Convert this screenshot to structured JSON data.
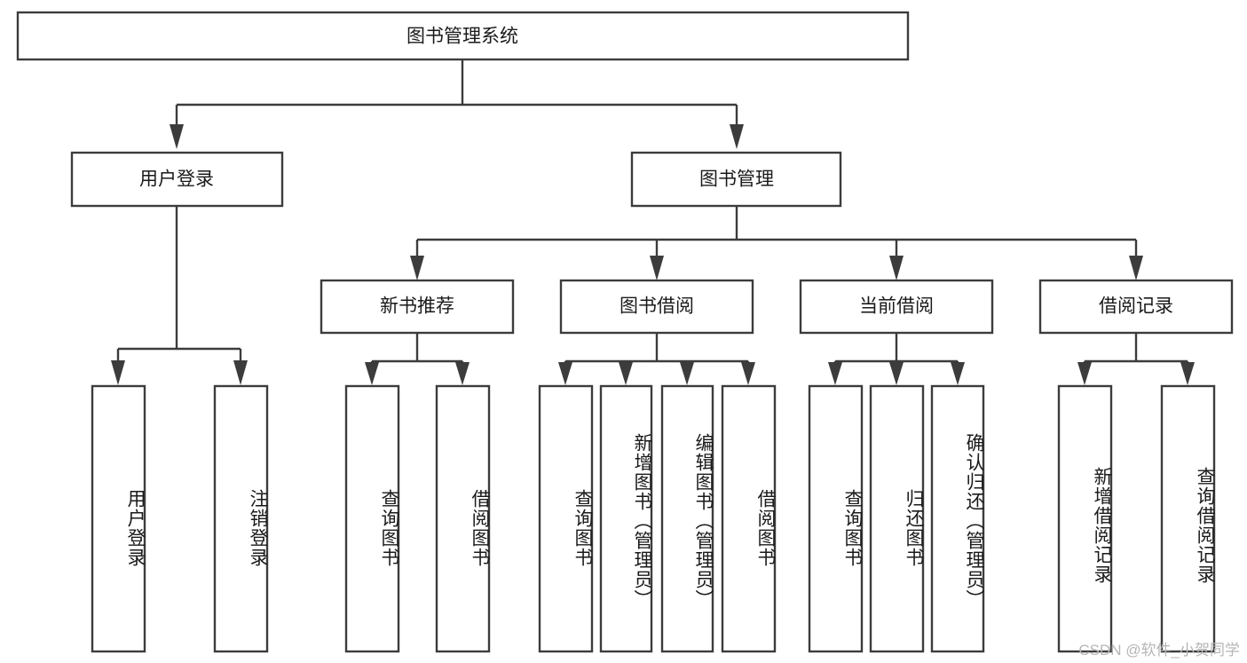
{
  "diagram": {
    "title_node": {
      "label": "图书管理系统"
    },
    "watermark": "CSDN @软件_小贺同学",
    "colors": {
      "stroke": "#3c3c3c",
      "fill": "#ffffff",
      "text": "#1a1a1a",
      "watermark": "#b6b6b6"
    },
    "level2": [
      {
        "label": "用户登录"
      },
      {
        "label": "图书管理"
      }
    ],
    "level3": [
      {
        "label": "新书推荐"
      },
      {
        "label": "图书借阅"
      },
      {
        "label": "当前借阅"
      },
      {
        "label": "借阅记录"
      }
    ],
    "leaves": {
      "user_login": [
        {
          "label": "用户登录"
        },
        {
          "label": "注销登录"
        }
      ],
      "new_book_recommend": [
        {
          "label": "查询图书"
        },
        {
          "label": "借阅图书"
        }
      ],
      "book_borrow": [
        {
          "label": "查询图书"
        },
        {
          "label": "新增图书（管理员）"
        },
        {
          "label": "编辑图书（管理员）"
        },
        {
          "label": "借阅图书"
        }
      ],
      "current_borrow": [
        {
          "label": "查询图书"
        },
        {
          "label": "归还图书"
        },
        {
          "label": "确认归还（管理员）"
        }
      ],
      "borrow_record": [
        {
          "label": "新增借阅记录"
        },
        {
          "label": "查询借阅记录"
        }
      ]
    }
  }
}
